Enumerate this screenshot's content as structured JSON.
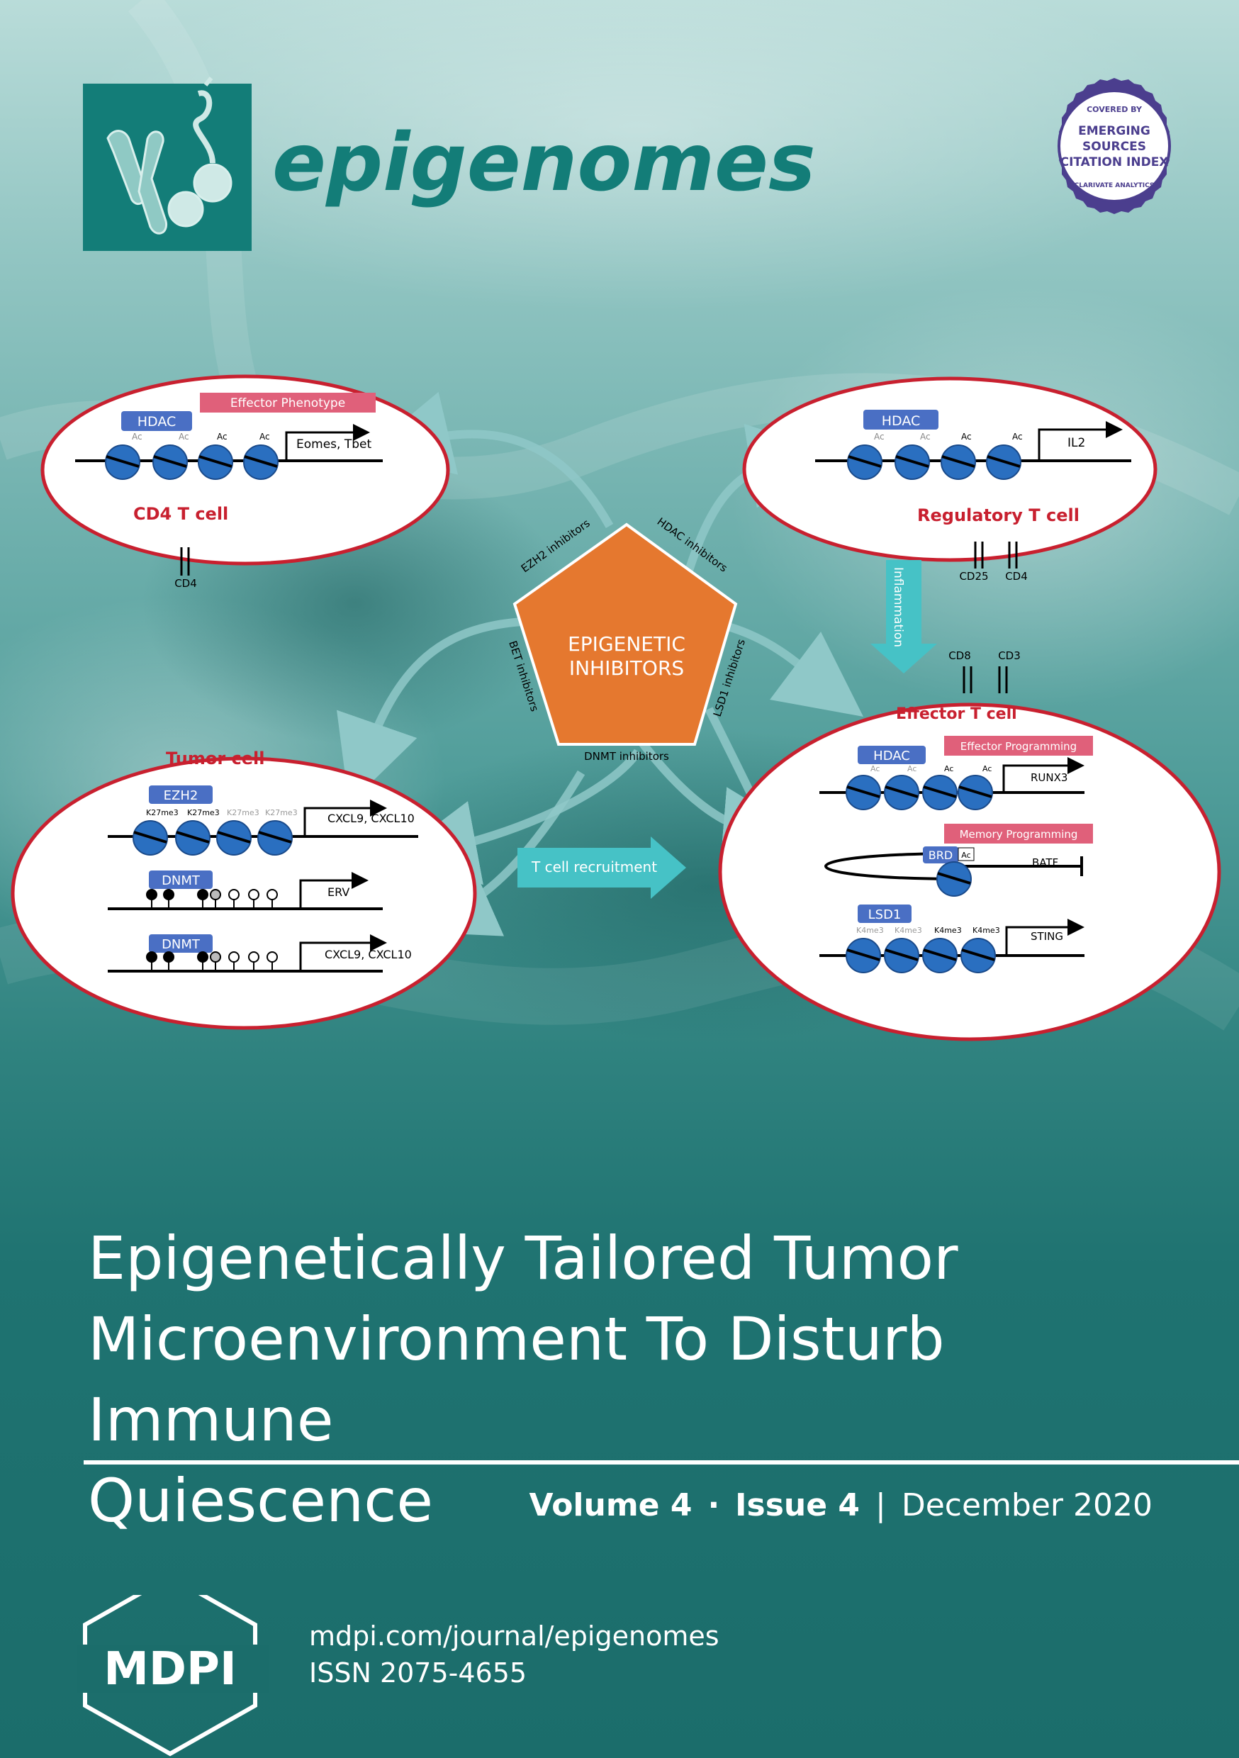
{
  "journal": {
    "name": "epigenomes"
  },
  "badge": {
    "top": "COVERED BY",
    "line1": "EMERGING",
    "line2": "SOURCES",
    "line3": "CITATION INDEX",
    "bottom": "CLARIVATE ANALYTICS"
  },
  "figure": {
    "cd4_cell": {
      "title": "CD4 T cell",
      "enzyme": "HDAC",
      "phenotype": "Effector Phenotype",
      "genes": "Eomes, Tbet",
      "marker": "CD4",
      "ac": "Ac"
    },
    "treg_cell": {
      "title": "Regulatory T cell",
      "enzyme": "HDAC",
      "gene": "IL2",
      "marker1": "CD25",
      "marker2": "CD4",
      "ac": "Ac"
    },
    "center": {
      "line1": "EPIGENETIC",
      "line2": "INHIBITORS",
      "ezh2": "EZH2 inhibitors",
      "hdac": "HDAC inhibitors",
      "bet": "BET inhibitors",
      "lsd1": "LSD1 inhibitors",
      "dnmt": "DNMT inhibitors"
    },
    "inflammation": "Inflammation",
    "tcell_recruitment": "T cell recruitment",
    "tumor_cell": {
      "title": "Tumor cell",
      "ezh2": "EZH2",
      "mark": "K27me3",
      "genes1": "CXCL9, CXCL10",
      "dnmt": "DNMT",
      "gene2": "ERV",
      "genes3": "CXCL9, CXCL10"
    },
    "effector_cell": {
      "title": "Effector T cell",
      "cd8": "CD8",
      "cd3": "CD3",
      "hdac": "HDAC",
      "effector_prog": "Effector Programming",
      "runx3": "RUNX3",
      "memory_prog": "Memory Programming",
      "brd": "BRD",
      "ac": "Ac",
      "batf": "BATF",
      "lsd1": "LSD1",
      "k4": "K4me3",
      "sting": "STING"
    }
  },
  "article_title": {
    "line1": "Epigenetically Tailored Tumor",
    "line2": "Microenvironment To Disturb Immune",
    "line3": "Quiescence"
  },
  "issue": {
    "volume": "Volume 4",
    "dot": "·",
    "issue": "Issue 4",
    "bar": "|",
    "date": "December 2020"
  },
  "publisher": {
    "name": "MDPI",
    "url": "mdpi.com/journal/epigenomes",
    "issn": "ISSN 2075-4655"
  },
  "colors": {
    "teal": "#1b6d6b",
    "logo_teal": "#137d78",
    "cell_border": "#c8202f",
    "nucleosome": "#2a6fc0",
    "label_box": "#4a6fc4",
    "pink_box": "#e0607a",
    "pentagon": "#e5782f"
  }
}
